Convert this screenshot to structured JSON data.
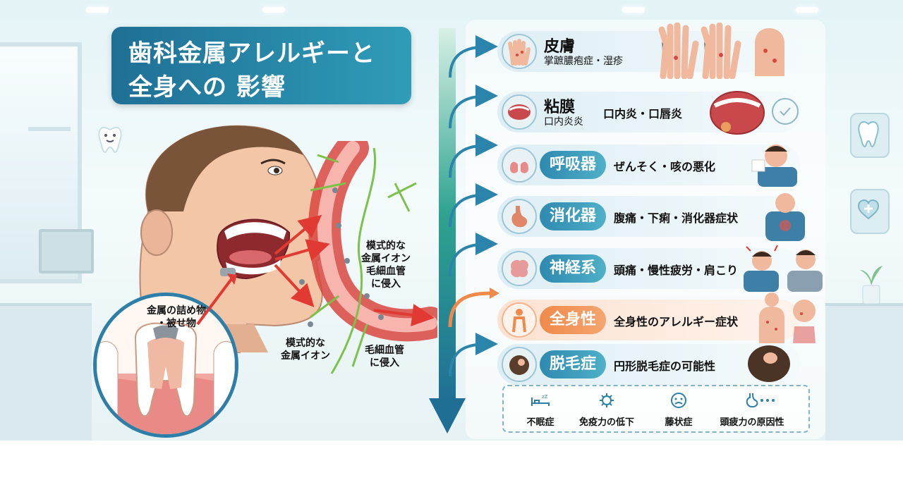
{
  "title": {
    "line1": "歯科金属アレルギーと",
    "line2": "全身への  影響"
  },
  "illustration": {
    "filling_callout": [
      "金属の詰め物",
      "・被せ物"
    ],
    "ion_label_center": [
      "模式的な",
      "金属イオン",
      "毛細血管",
      "に侵入"
    ],
    "ion_label_lower": [
      "模式的な",
      "金属イオン"
    ],
    "capillary_label": [
      "毛細血管",
      "に侵入"
    ]
  },
  "cards": [
    {
      "label": "皮膚",
      "sub": "掌蹠膿疱症・湿疹",
      "desc": "",
      "icon": "hand-rash-icon",
      "style": "plain"
    },
    {
      "label": "粘膜",
      "sub": "口内炎炎",
      "desc": "口内炎・口唇炎",
      "icon": "mouth-icon",
      "style": "plain"
    },
    {
      "label": "呼吸器",
      "sub": "",
      "desc": "ぜんそく・咳の悪化",
      "icon": "lungs-icon",
      "style": "pill"
    },
    {
      "label": "消化器",
      "sub": "",
      "desc": "腹痛・下痢・消化器症状",
      "icon": "stomach-icon",
      "style": "pill"
    },
    {
      "label": "神経系",
      "sub": "",
      "desc": "頭痛・慢性疲労・肩こり",
      "icon": "brain-icon",
      "style": "pill"
    },
    {
      "label": "全身性",
      "sub": "",
      "desc": "全身性のアレルギー症状",
      "icon": "body-icon",
      "style": "pill-highlight"
    },
    {
      "label": "脱毛症",
      "sub": "",
      "desc": "円形脱毛症の可能性",
      "icon": "head-hairloss-icon",
      "style": "pill"
    }
  ],
  "extra_symptoms": [
    {
      "label": "不眠症",
      "icon": "bed-icon"
    },
    {
      "label": "免疫力の低下",
      "icon": "virus-icon"
    },
    {
      "label": "藤状症",
      "icon": "sad-face-icon"
    },
    {
      "label": "頭疲力の原因性",
      "icon": "stomach-outline-icon"
    },
    {
      "label": "",
      "icon": "more-dots-icon"
    }
  ],
  "colors": {
    "primary": "#2f89b0",
    "highlight": "#f08a4a",
    "arrow": "#e03a32",
    "capillary": "#d9473f",
    "nerve": "#7cc24a"
  }
}
